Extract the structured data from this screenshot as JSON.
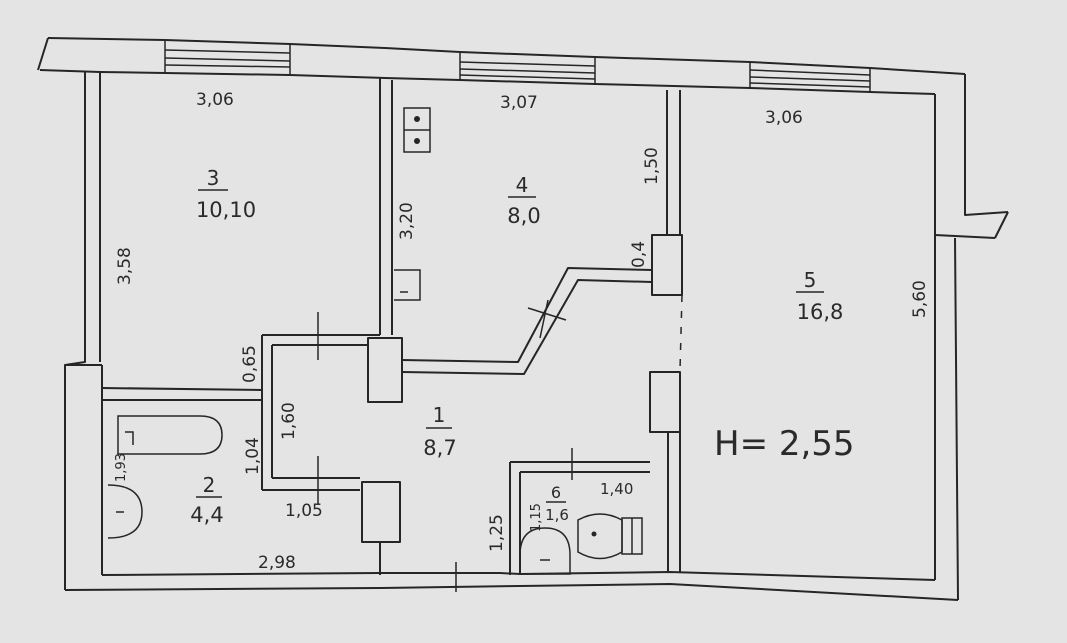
{
  "dimensions": {
    "room3_top": "3,06",
    "room4_top": "3,07",
    "room5_top": "3,06",
    "room3_left": "3,58",
    "room4_left": "3,20",
    "room4_right": "1,50",
    "partition": "0,4",
    "room5_right": "5,60",
    "corridor_065": "0,65",
    "corridor_160": "1,60",
    "bath_104": "1,04",
    "bath_105": "1,05",
    "bath_bottom": "2,98",
    "bathtub_width": "1,93",
    "hall_125": "1,25",
    "wc_115": "1,15",
    "wc_140": "1,40"
  },
  "rooms": [
    {
      "num": "3",
      "area": "10,10"
    },
    {
      "num": "4",
      "area": "8,0"
    },
    {
      "num": "5",
      "area": "16,8"
    },
    {
      "num": "1",
      "area": "8,7"
    },
    {
      "num": "2",
      "area": "4,4"
    },
    {
      "num": "6",
      "area": "1,6"
    }
  ],
  "ceiling_height": "H= 2,55"
}
